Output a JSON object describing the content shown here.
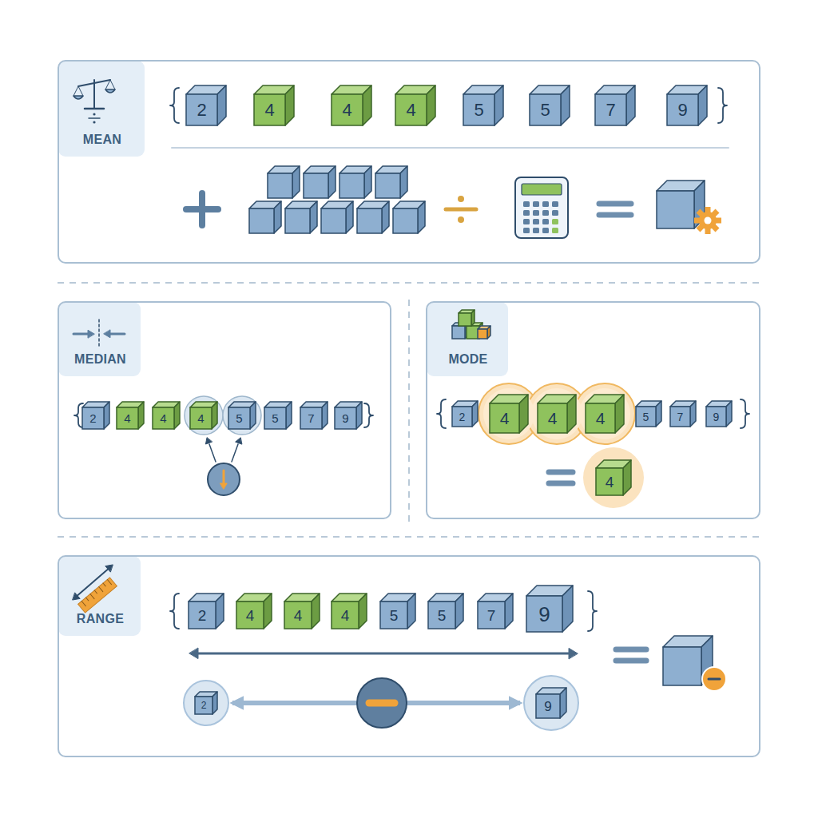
{
  "diagram": {
    "nodes": [
      {
        "text": [
          "MEAN"
        ]
      },
      {
        "text": [
          "2"
        ],
        "in": 0
      },
      {
        "text": [
          "4"
        ],
        "in": 0
      },
      {
        "text": [
          "4"
        ],
        "in": 0
      },
      {
        "text": [
          "4"
        ],
        "in": 0
      },
      {
        "text": [
          "5"
        ],
        "in": 0
      },
      {
        "text": [
          "5"
        ],
        "in": 0
      },
      {
        "text": [
          "7"
        ],
        "in": 0
      },
      {
        "text": [
          "9"
        ],
        "in": 0
      },
      {
        "text": [
          "MEDIAN"
        ]
      },
      {
        "text": [
          "2"
        ],
        "in": 9
      },
      {
        "text": [
          "4"
        ],
        "in": 9
      },
      {
        "text": [
          "4"
        ],
        "in": 9
      },
      {
        "text": [
          "4"
        ],
        "in": 9
      },
      {
        "text": [
          "5"
        ],
        "in": 9
      },
      {
        "text": [
          "5"
        ],
        "in": 9
      },
      {
        "text": [
          "7"
        ],
        "in": 9
      },
      {
        "text": [
          "9"
        ],
        "in": 9
      },
      {
        "text": [
          "MODE"
        ]
      },
      {
        "text": [
          "2"
        ],
        "in": 18
      },
      {
        "text": [
          "4"
        ],
        "in": 18
      },
      {
        "text": [
          "4"
        ],
        "in": 18
      },
      {
        "text": [
          "4"
        ],
        "in": 18
      },
      {
        "text": [
          "5"
        ],
        "in": 18
      },
      {
        "text": [
          "7"
        ],
        "in": 18
      },
      {
        "text": [
          "9"
        ],
        "in": 18
      },
      {
        "text": [
          "4"
        ],
        "in": 18
      },
      {
        "text": [
          "RANGE"
        ]
      },
      {
        "text": [
          "2"
        ],
        "in": 27
      },
      {
        "text": [
          "4"
        ],
        "in": 27
      },
      {
        "text": [
          "4"
        ],
        "in": 27
      },
      {
        "text": [
          "4"
        ],
        "in": 27
      },
      {
        "text": [
          "5"
        ],
        "in": 27
      },
      {
        "text": [
          "5"
        ],
        "in": 27
      },
      {
        "text": [
          "7"
        ],
        "in": 27
      },
      {
        "text": [
          "9"
        ],
        "in": 27
      },
      {
        "text": [
          "2"
        ],
        "in": 27
      },
      {
        "text": [
          "9"
        ],
        "in": 27
      }
    ],
    "edges": [
      {
        "from": 36,
        "to": 37,
        "arrow": "both"
      }
    ]
  }
}
